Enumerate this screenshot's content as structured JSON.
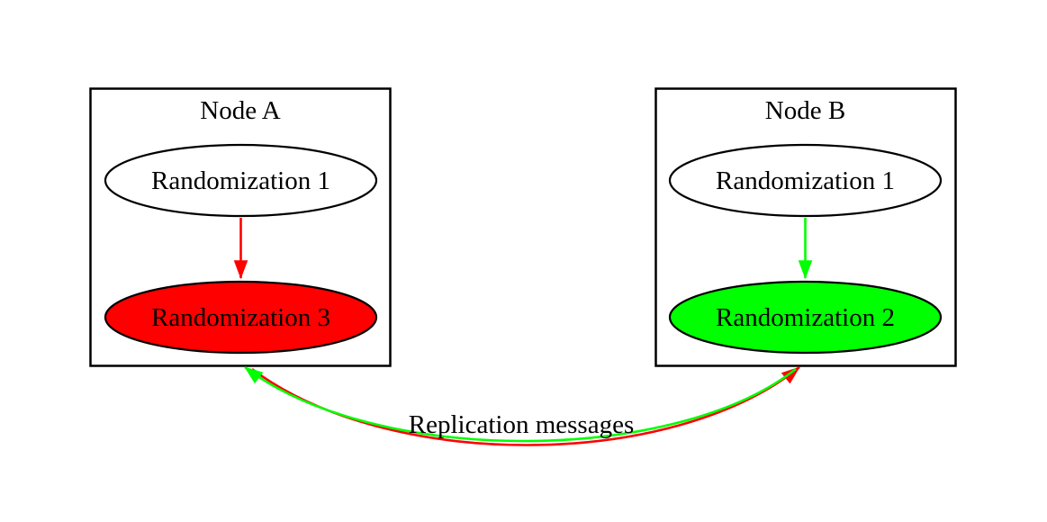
{
  "diagram": {
    "edge_label": "Replication messages",
    "colors": {
      "background": "#ffffff",
      "border": "#000000",
      "text": "#000000",
      "red": "#ff0000",
      "green": "#00ff00",
      "white": "#ffffff"
    },
    "nodes": [
      {
        "title": "Node A",
        "ellipses": [
          {
            "label": "Randomization 1",
            "fill": "#ffffff"
          },
          {
            "label": "Randomization 3",
            "fill": "#ff0000"
          }
        ],
        "arrow_color": "#ff0000"
      },
      {
        "title": "Node B",
        "ellipses": [
          {
            "label": "Randomization 1",
            "fill": "#ffffff"
          },
          {
            "label": "Randomization 2",
            "fill": "#00ff00"
          }
        ],
        "arrow_color": "#00ff00"
      }
    ],
    "edges": [
      {
        "name": "replication-a-to-b",
        "color": "#ff0000"
      },
      {
        "name": "replication-b-to-a",
        "color": "#00ff00"
      }
    ]
  }
}
